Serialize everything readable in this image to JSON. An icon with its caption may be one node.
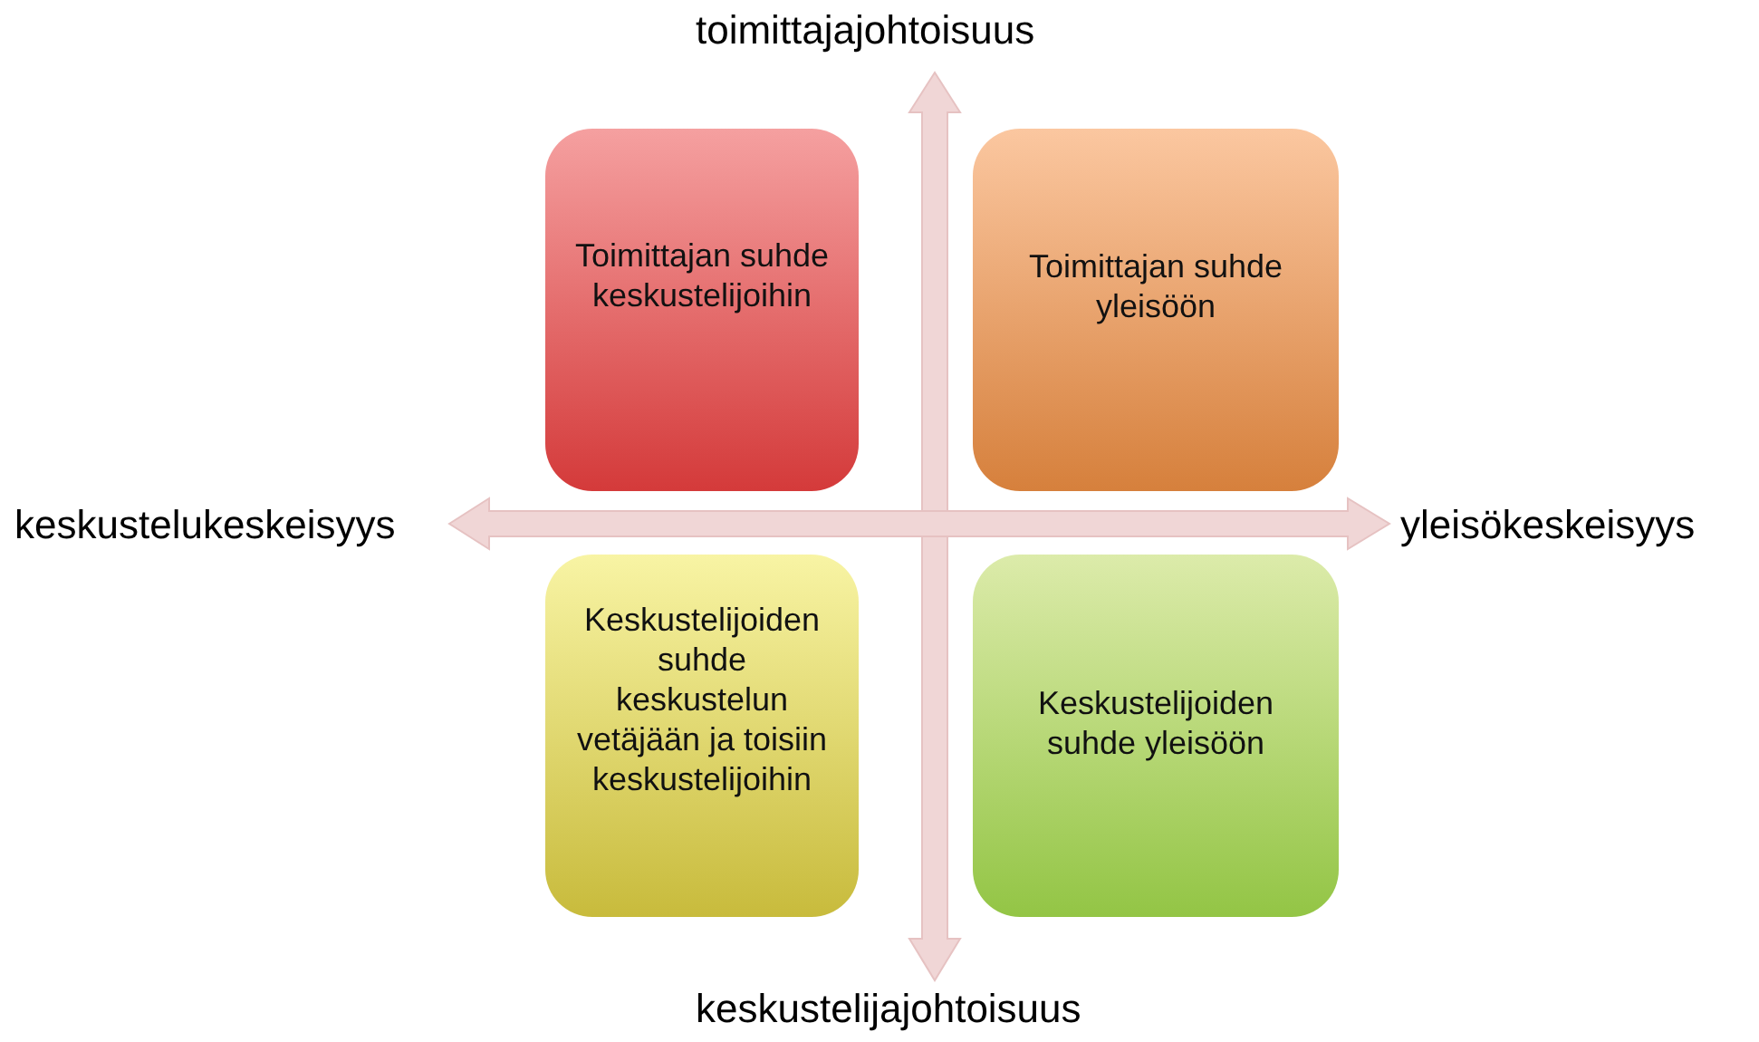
{
  "diagram": {
    "nodes": [
      {
        "text": [
          "Toimittajan suhde keskustelijoihin"
        ]
      },
      {
        "text": [
          "Toimittajan suhde yleisöön"
        ]
      },
      {
        "text": [
          "Keskustelijoiden suhde keskustelun vetäjään ja toisiin keskustelijoihin"
        ]
      },
      {
        "text": [
          "Keskustelijoiden suhde yleisöön"
        ]
      }
    ],
    "edges": [],
    "labels": [
      "toimittajajohtoisuus",
      "keskustelukeskeisyys",
      "yleisökeskeisyys",
      "keskustelijajohtoisuus"
    ]
  }
}
